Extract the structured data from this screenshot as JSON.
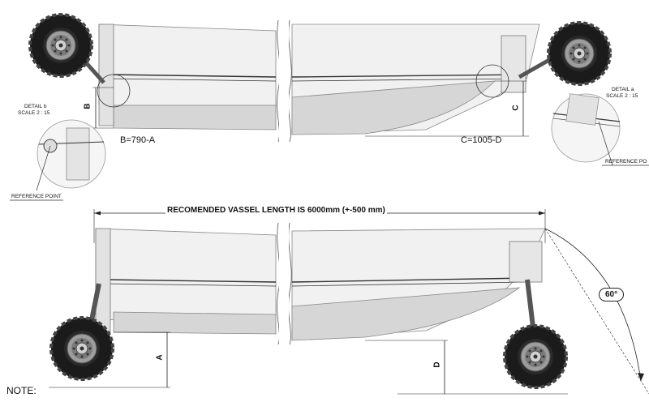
{
  "detail_b": {
    "title": "DETAIL b",
    "scale": "SCALE 2 : 15"
  },
  "detail_a": {
    "title": "DETAIL a",
    "scale": "SCALE 2 : 15"
  },
  "reference_point_b": "REFERENCE POINT",
  "reference_point_a": "REFERENCE PO",
  "dim_b": "B",
  "dim_c": "C",
  "dim_a": "A",
  "dim_d": "D",
  "formula_b": "B=790-A",
  "formula_c": "C=1005-D",
  "length_note": "RECOMENDED VASSEL LENGTH IS 6000mm (+-500 mm)",
  "angle": "60°",
  "note": "NOTE:",
  "colors": {
    "line": "#222222",
    "hull": "#d8d8d8",
    "tire": "#1a1a1a",
    "rim": "#9a9a9a"
  },
  "icons": [
    "tire-icon",
    "wheel-rim-icon",
    "hull-drawing"
  ]
}
